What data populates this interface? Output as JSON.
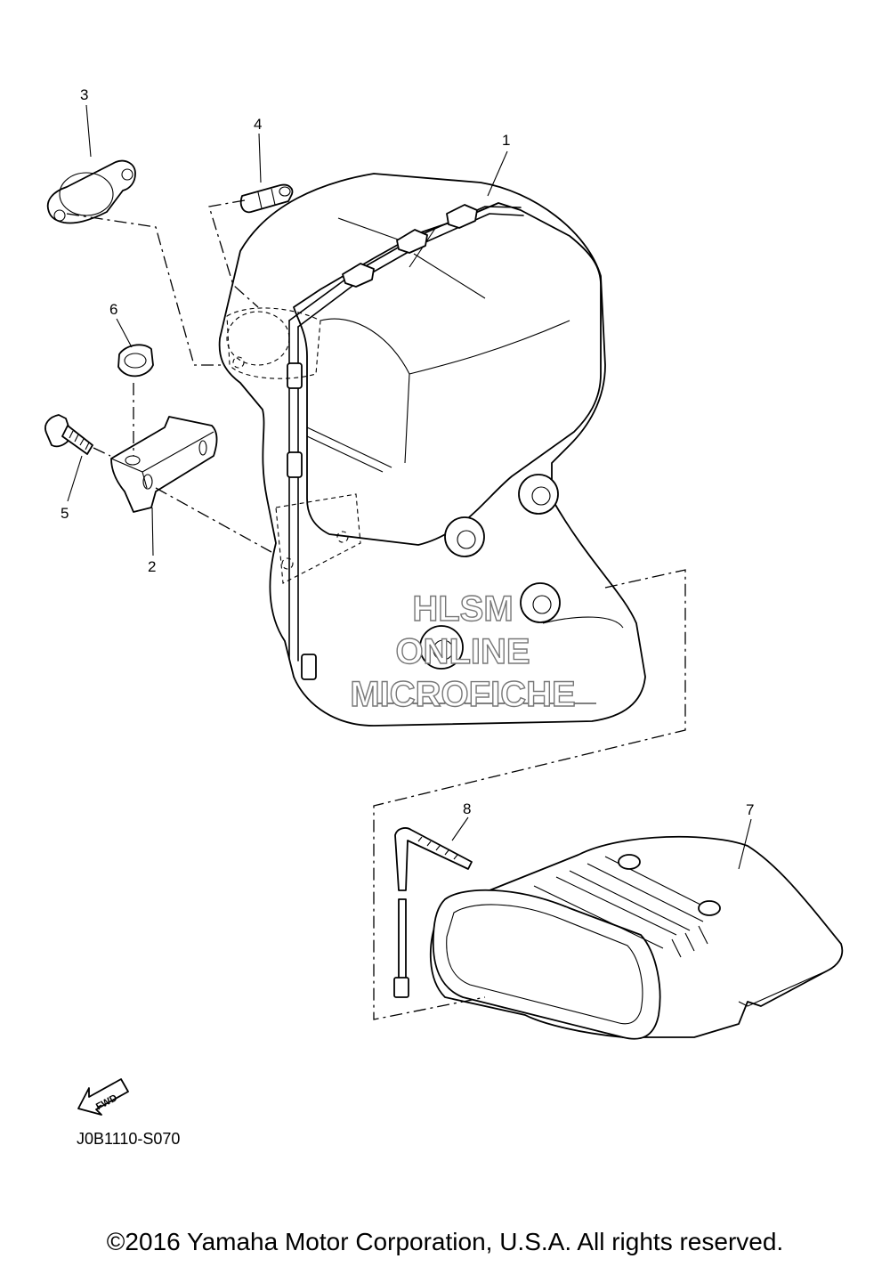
{
  "callouts": {
    "c1": "1",
    "c2": "2",
    "c3": "3",
    "c4": "4",
    "c5": "5",
    "c6": "6",
    "c7": "7",
    "c8": "8"
  },
  "watermark": {
    "line1": "HLSM",
    "line2": "ONLINE",
    "line3": "MICROFICHE"
  },
  "fwd_label": "FWD",
  "diagram_code": "J0B1110-S070",
  "copyright": "©2016 Yamaha Motor Corporation, U.S.A. All rights reserved."
}
